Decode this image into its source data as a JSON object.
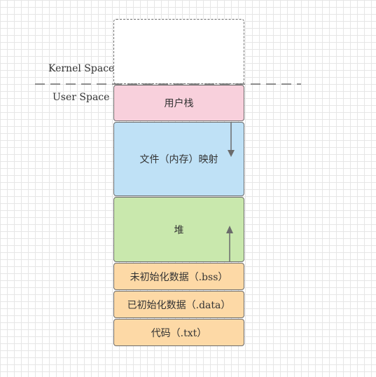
{
  "labels": {
    "kernel_space": "Kernel Space",
    "user_space": "User Space"
  },
  "segments": {
    "kernel": "",
    "user_stack": "用户栈",
    "mmap": "文件（内存）映射",
    "heap": "堆",
    "bss": "未初始化数据（.bss）",
    "data": "已初始化数据（.data）",
    "text": "代码（.txt）"
  },
  "colors": {
    "user_stack": "#f8d0dc",
    "mmap": "#bfe1f6",
    "heap": "#c9e8ad",
    "bss": "#fdd9a6",
    "data": "#fdd9a6",
    "text": "#fdd9a6",
    "stroke": "#6b6b6b"
  }
}
